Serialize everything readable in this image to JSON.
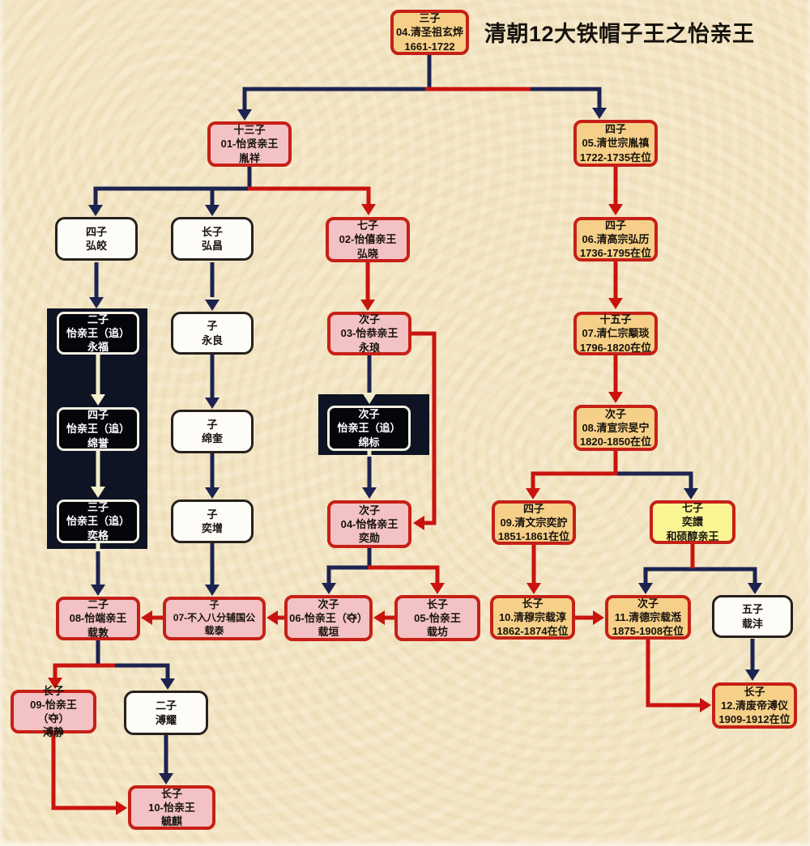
{
  "title": "清朝12大铁帽子王之怡亲王",
  "colors": {
    "background": "#f2e4c1",
    "lineage_line": "#1c2350",
    "succession_line": "#c9130f",
    "posthumous_panel": "#0e1424",
    "posthumous_arrow": "#f3eec9",
    "emperor_fill": "#f6d088",
    "prince_fill": "#f3c2c4",
    "chun_fill": "#f9f592",
    "plain_fill": "#fdfcf7",
    "box_border_red": "#c62017"
  },
  "nodes": {
    "kangxi": {
      "lines": [
        "三子",
        "04.清圣祖玄烨",
        "1661-1722"
      ]
    },
    "yinxiang": {
      "lines": [
        "十三子",
        "01-怡贤亲王",
        "胤祥"
      ]
    },
    "yongzheng": {
      "lines": [
        "四子",
        "05.清世宗胤禛",
        "1722-1735在位"
      ]
    },
    "hongjiao": {
      "lines": [
        "四子",
        "弘皎"
      ]
    },
    "hongchang": {
      "lines": [
        "长子",
        "弘昌"
      ]
    },
    "hongxiao": {
      "lines": [
        "七子",
        "02-怡僖亲王",
        "弘晓"
      ]
    },
    "qianlong": {
      "lines": [
        "四子",
        "06.清高宗弘历",
        "1736-1795在位"
      ]
    },
    "yongfu": {
      "lines": [
        "二子",
        "怡亲王（追）",
        "永福"
      ]
    },
    "yongliang": {
      "lines": [
        "子",
        "永良"
      ]
    },
    "yonglang": {
      "lines": [
        "次子",
        "03-怡恭亲王",
        "永琅"
      ]
    },
    "jiaqing": {
      "lines": [
        "十五子",
        "07.清仁宗颙琰",
        "1796-1820在位"
      ]
    },
    "mianyu": {
      "lines": [
        "四子",
        "怡亲王（追）",
        "绵誉"
      ]
    },
    "miankui": {
      "lines": [
        "子",
        "绵奎"
      ]
    },
    "mianbiao": {
      "lines": [
        "次子",
        "怡亲王（追）",
        "绵标"
      ]
    },
    "daoguang": {
      "lines": [
        "次子",
        "08.清宣宗旻宁",
        "1820-1850在位"
      ]
    },
    "yige": {
      "lines": [
        "三子",
        "怡亲王（追）",
        "奕格"
      ]
    },
    "yizeng": {
      "lines": [
        "子",
        "奕增"
      ]
    },
    "yixun": {
      "lines": [
        "次子",
        "04-怡恪亲王",
        "奕勋"
      ]
    },
    "xianfeng": {
      "lines": [
        "四子",
        "09.清文宗奕詝",
        "1851-1861在位"
      ]
    },
    "yixuan": {
      "lines": [
        "七子",
        "奕譞",
        "和硕醇亲王"
      ]
    },
    "zaidun": {
      "lines": [
        "二子",
        "08-怡端亲王",
        "载敦"
      ]
    },
    "zaitai": {
      "lines": [
        "子",
        "07-不入八分辅国公",
        "载泰"
      ]
    },
    "zaiyuan": {
      "lines": [
        "次子",
        "06-怡亲王（夺）",
        "载垣"
      ]
    },
    "zaifang": {
      "lines": [
        "长子",
        "05-怡亲王",
        "载坊"
      ]
    },
    "tongzhi": {
      "lines": [
        "长子",
        "10.清穆宗载淳",
        "1862-1874在位"
      ]
    },
    "guangxu": {
      "lines": [
        "次子",
        "11.清德宗载湉",
        "1875-1908在位"
      ]
    },
    "zaifeng": {
      "lines": [
        "五子",
        "载沣"
      ]
    },
    "pujing": {
      "lines": [
        "长子",
        "09-怡亲王（夺）",
        "溥静"
      ]
    },
    "puyao": {
      "lines": [
        "二子",
        "溥耀"
      ]
    },
    "puyi": {
      "lines": [
        "长子",
        "12.清废帝溥仪",
        "1909-1912在位"
      ]
    },
    "yuqi": {
      "lines": [
        "长子",
        "10-怡亲王",
        "毓麒"
      ]
    }
  },
  "edges": [
    {
      "from": "kangxi",
      "to": "yinxiang",
      "type": "lineage"
    },
    {
      "from": "kangxi",
      "to": "yongzheng",
      "type": "succession"
    },
    {
      "from": "yinxiang",
      "to": "hongjiao",
      "type": "lineage"
    },
    {
      "from": "yinxiang",
      "to": "hongchang",
      "type": "lineage"
    },
    {
      "from": "yinxiang",
      "to": "hongxiao",
      "type": "succession"
    },
    {
      "from": "hongjiao",
      "to": "yongfu",
      "type": "lineage"
    },
    {
      "from": "hongchang",
      "to": "yongliang",
      "type": "lineage"
    },
    {
      "from": "hongxiao",
      "to": "yonglang",
      "type": "succession"
    },
    {
      "from": "yongzheng",
      "to": "qianlong",
      "type": "succession"
    },
    {
      "from": "qianlong",
      "to": "jiaqing",
      "type": "succession"
    },
    {
      "from": "jiaqing",
      "to": "daoguang",
      "type": "succession"
    },
    {
      "from": "yongfu",
      "to": "mianyu",
      "type": "lineage-light"
    },
    {
      "from": "yongliang",
      "to": "miankui",
      "type": "lineage"
    },
    {
      "from": "yonglang",
      "to": "mianbiao",
      "type": "lineage"
    },
    {
      "from": "yonglang",
      "to": "yixun",
      "type": "succession"
    },
    {
      "from": "mianyu",
      "to": "yige",
      "type": "lineage-light"
    },
    {
      "from": "miankui",
      "to": "yizeng",
      "type": "lineage"
    },
    {
      "from": "mianbiao",
      "to": "yixun",
      "type": "lineage"
    },
    {
      "from": "daoguang",
      "to": "xianfeng",
      "type": "succession"
    },
    {
      "from": "daoguang",
      "to": "yixuan",
      "type": "lineage"
    },
    {
      "from": "yige",
      "to": "zaidun",
      "type": "lineage"
    },
    {
      "from": "yizeng",
      "to": "zaitai",
      "type": "lineage"
    },
    {
      "from": "yixun",
      "to": "zaiyuan",
      "type": "lineage"
    },
    {
      "from": "yixun",
      "to": "zaifang",
      "type": "succession"
    },
    {
      "from": "zaifang",
      "to": "zaiyuan",
      "type": "succession"
    },
    {
      "from": "zaiyuan",
      "to": "zaitai",
      "type": "succession"
    },
    {
      "from": "zaitai",
      "to": "zaidun",
      "type": "succession"
    },
    {
      "from": "xianfeng",
      "to": "tongzhi",
      "type": "succession"
    },
    {
      "from": "yixuan",
      "to": "guangxu",
      "type": "lineage"
    },
    {
      "from": "yixuan",
      "to": "zaifeng",
      "type": "lineage"
    },
    {
      "from": "zaidun",
      "to": "pujing",
      "type": "succession"
    },
    {
      "from": "zaidun",
      "to": "puyao",
      "type": "lineage"
    },
    {
      "from": "tongzhi",
      "to": "guangxu",
      "type": "succession"
    },
    {
      "from": "guangxu",
      "to": "puyi",
      "type": "succession"
    },
    {
      "from": "zaifeng",
      "to": "puyi",
      "type": "lineage"
    },
    {
      "from": "pujing",
      "to": "yuqi",
      "type": "succession"
    },
    {
      "from": "puyao",
      "to": "yuqi",
      "type": "lineage"
    }
  ]
}
